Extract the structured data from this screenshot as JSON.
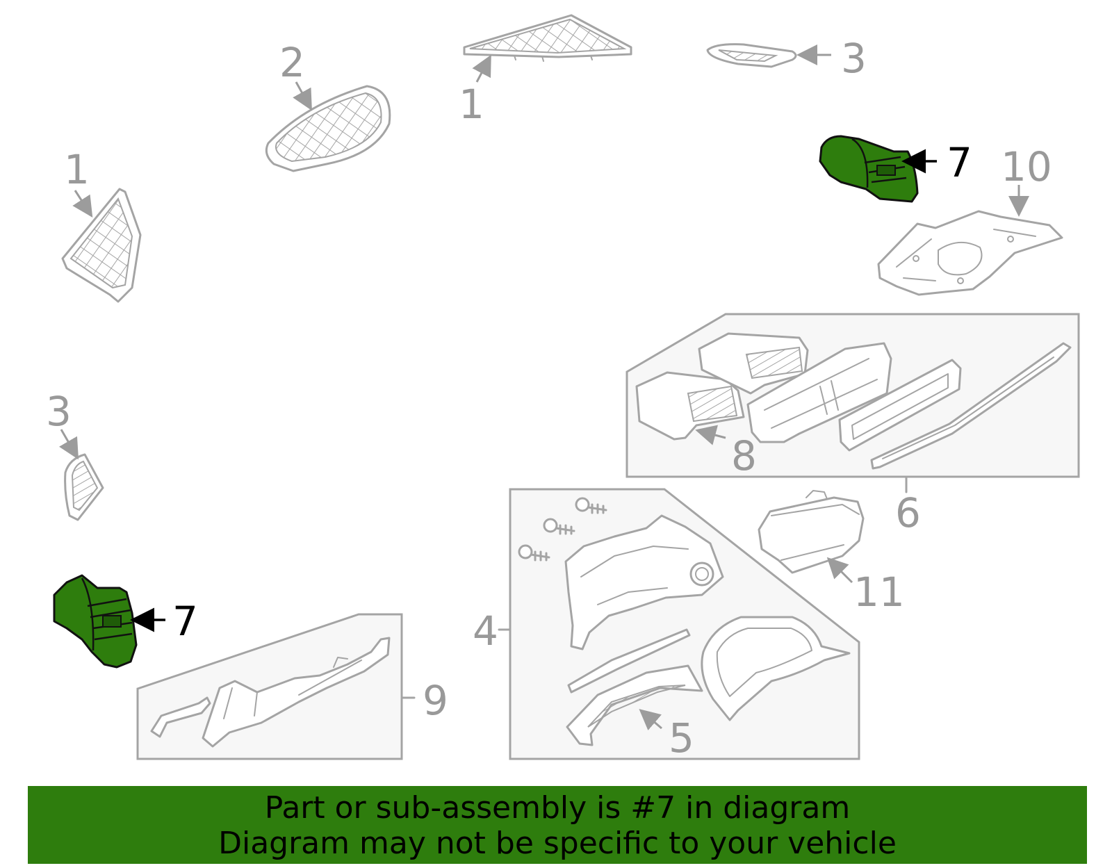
{
  "callouts": {
    "c1_top": "1",
    "c1_left": "1",
    "c2": "2",
    "c3_top": "3",
    "c3_left": "3",
    "c4": "4",
    "c5": "5",
    "c6": "6",
    "c7_right": "7",
    "c7_left": "7",
    "c8": "8",
    "c9": "9",
    "c10": "10",
    "c11": "11"
  },
  "banner": {
    "line1": "Part or sub-assembly is #7 in diagram",
    "line2": "Diagram may not be specific to your vehicle"
  },
  "colors": {
    "highlight": "#2e7d0d",
    "line": "#a4a4a4",
    "label": "#999999"
  },
  "highlighted_part": "7"
}
